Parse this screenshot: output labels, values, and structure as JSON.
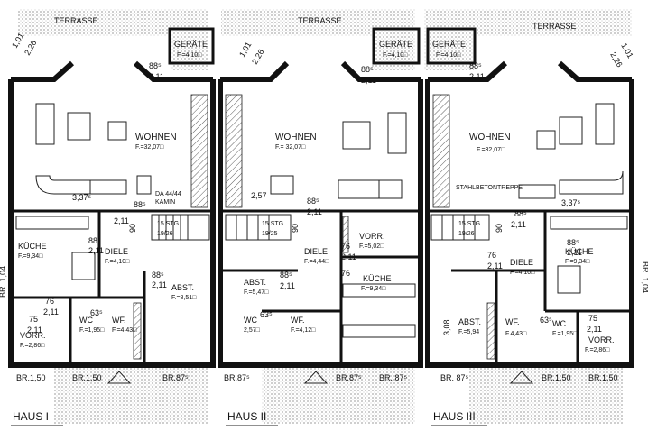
{
  "houses": [
    {
      "label": "HAUS I"
    },
    {
      "label": "HAUS II"
    },
    {
      "label": "HAUS III"
    }
  ],
  "rooms": {
    "terrasse": "TERRASSE",
    "geraete": "GERÄTE",
    "geraete_area": "F.=4,10□",
    "wohnen": "WOHNEN",
    "wohnen_area": "F.=32,07□",
    "wohnen_area_2": "F.= 32,07□",
    "kueche": "KÜCHE",
    "kueche_area": "F.=9,34□",
    "diele": "DIELE",
    "diele_area_1": "F.=4,10□",
    "diele_area_2": "F.=4,44□",
    "abst": "ABST.",
    "abst_area_1": "F.=8,51□",
    "abst_area_2": "F.=5,47□",
    "abst_area_3": "F.=5,94",
    "wc": "WC",
    "wc_area_1": "F.=1,95□",
    "wc_area_2": "2,57□",
    "wf": "WF.",
    "wf_area_1": "F.=4,43□",
    "wf_area_2": "F.=4,12□",
    "wf_area_3": "F.4,43□",
    "vorr": "VORR.",
    "vorr_area_1": "F.=2,86□",
    "vorr_area_2": "F.=5,02□",
    "kamin": "DA 44/44",
    "kamin2": "KAMIN",
    "stg1": "15 STG.",
    "stg1b": "19/26",
    "stg2": "15 STG.",
    "stg2b": "19/25",
    "stahl": "STAHLBETONTREPPE"
  },
  "dims": {
    "d101": "1,01",
    "d226": "2,26",
    "d88": "88⁵",
    "d211": "2,11",
    "d337": "3,37⁵",
    "d257": "2,57",
    "d885": "88⁵",
    "d90": "90",
    "d75": "75",
    "d76": "76",
    "d635": "63⁵",
    "d308": "3,08",
    "br104": "BR. 1,04",
    "br150": "BR.1,50",
    "br87": "BR. 87⁵",
    "br87b": "BR.87⁵"
  }
}
